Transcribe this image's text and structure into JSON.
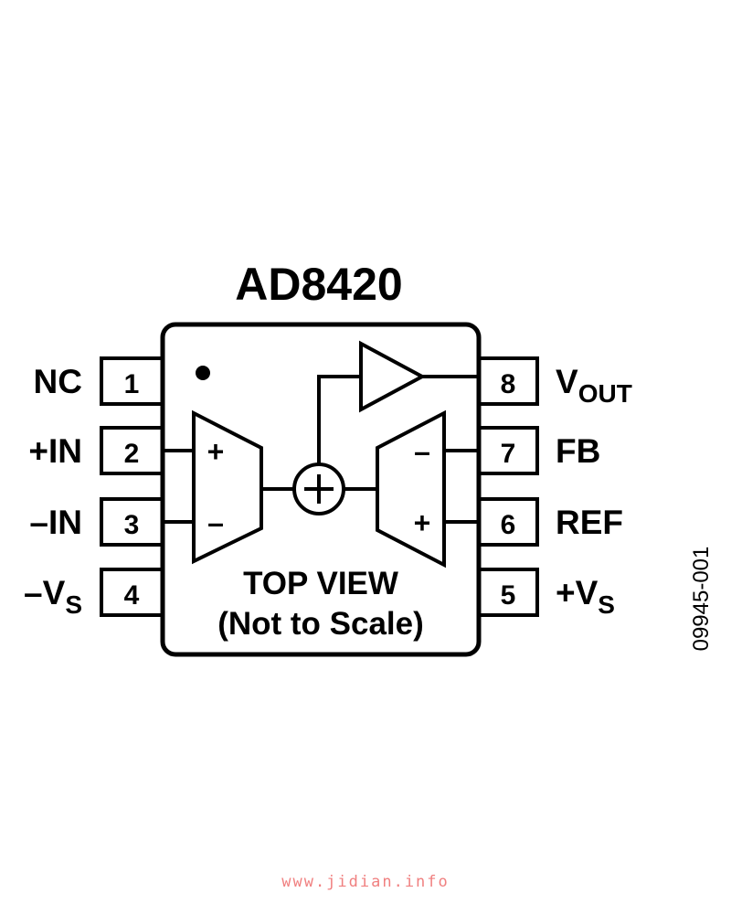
{
  "title": "AD8420",
  "pins": [
    {
      "number": "1",
      "name": "NC"
    },
    {
      "number": "2",
      "name": "+IN"
    },
    {
      "number": "3",
      "name": "–IN"
    },
    {
      "number": "4",
      "name": "–V",
      "name_sub": "S"
    },
    {
      "number": "8",
      "name": "V",
      "name_sub": "OUT"
    },
    {
      "number": "7",
      "name": "FB"
    },
    {
      "number": "6",
      "name": "REF"
    },
    {
      "number": "5",
      "name": "+V",
      "name_sub": "S"
    }
  ],
  "left_amp": {
    "plus": "+",
    "minus": "–"
  },
  "right_amp": {
    "minus": "–",
    "plus": "+"
  },
  "view_label": {
    "line1": "TOP VIEW",
    "line2": "(Not to Scale)"
  },
  "figure_id": "09945-001",
  "watermark": "www.jidian.info",
  "colors": {
    "stroke": "#000000",
    "background": "#ffffff",
    "watermark": "#f08080"
  }
}
